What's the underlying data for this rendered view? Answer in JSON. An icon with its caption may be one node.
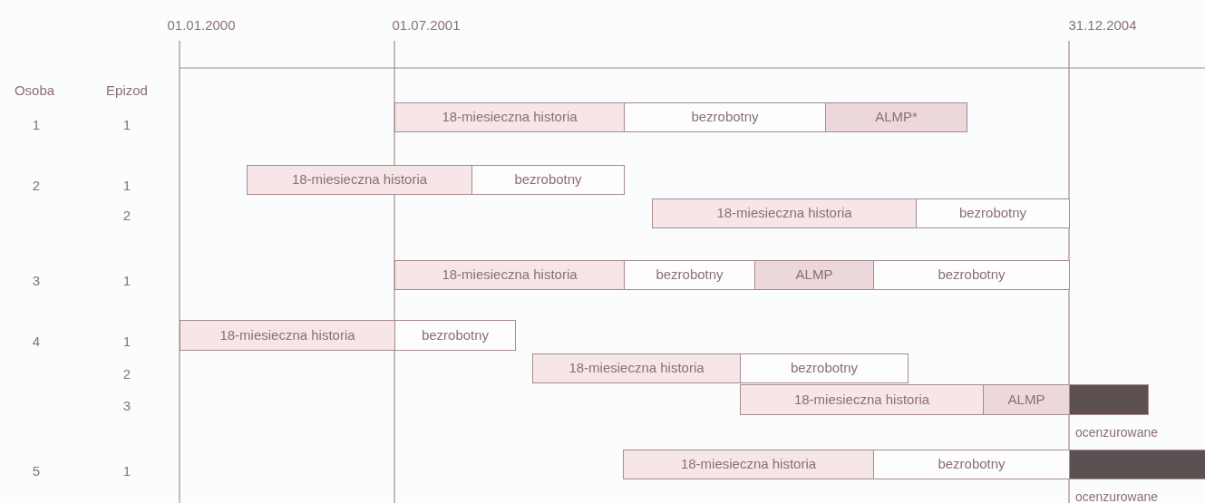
{
  "diagram": {
    "nodes": [
      {
        "text": [
          "18-miesieczna historia"
        ]
      },
      {
        "text": [
          "bezrobotny"
        ]
      },
      {
        "text": [
          "ALMP*"
        ]
      },
      {
        "text": [
          "18-miesieczna historia"
        ]
      },
      {
        "text": [
          "bezrobotny"
        ]
      },
      {
        "text": [
          "18-miesieczna historia"
        ]
      },
      {
        "text": [
          "bezrobotny"
        ]
      },
      {
        "text": [
          "18-miesieczna historia"
        ]
      },
      {
        "text": [
          "bezrobotny"
        ]
      },
      {
        "text": [
          "ALMP"
        ]
      },
      {
        "text": [
          "bezrobotny"
        ]
      },
      {
        "text": [
          "18-miesieczna historia"
        ]
      },
      {
        "text": [
          "bezrobotny"
        ]
      },
      {
        "text": [
          "18-miesieczna historia"
        ]
      },
      {
        "text": [
          "bezrobotny"
        ]
      },
      {
        "text": [
          "18-miesieczna historia"
        ]
      },
      {
        "text": [
          "ALMP"
        ]
      },
      {
        "text": [],
        "shape": "bar",
        "beside": [
          "ocenzurowane"
        ]
      },
      {
        "text": [
          "18-miesieczna historia"
        ]
      },
      {
        "text": [
          "bezrobotny"
        ]
      },
      {
        "text": [],
        "shape": "bar",
        "beside": [
          "ocenzurowane"
        ]
      }
    ],
    "labels": [
      "01.01.2000",
      "01.07.2001",
      "31.12.2004",
      "Osoba",
      "Epizod",
      "1",
      "1",
      "2",
      "1",
      "2",
      "3",
      "1",
      "4",
      "1",
      "2",
      "3",
      "5",
      "1"
    ]
  }
}
